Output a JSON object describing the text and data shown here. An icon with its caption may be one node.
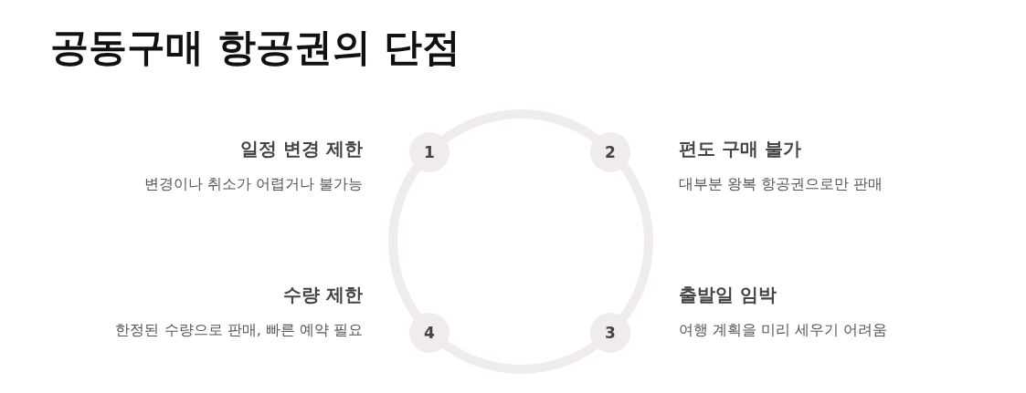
{
  "diagram": {
    "title": "공동구매 항공권의 단점",
    "nodes": [
      {
        "text": [
          "1"
        ],
        "beside": [
          "일정 변경 제한",
          "변경이나 취소가 어렵거나 불가능"
        ]
      },
      {
        "text": [
          "2"
        ],
        "beside": [
          "편도 구매 불가",
          "대부분 왕복 항공권으로만 판매"
        ]
      },
      {
        "text": [
          "3"
        ],
        "beside": [
          "출발일 임박",
          "여행 계획을 미리 세우기 어려움"
        ]
      },
      {
        "text": [
          "4"
        ],
        "beside": [
          "수량 제한",
          "한정된 수량으로 판매, 빠른 예약 필요"
        ]
      }
    ],
    "edges": []
  }
}
